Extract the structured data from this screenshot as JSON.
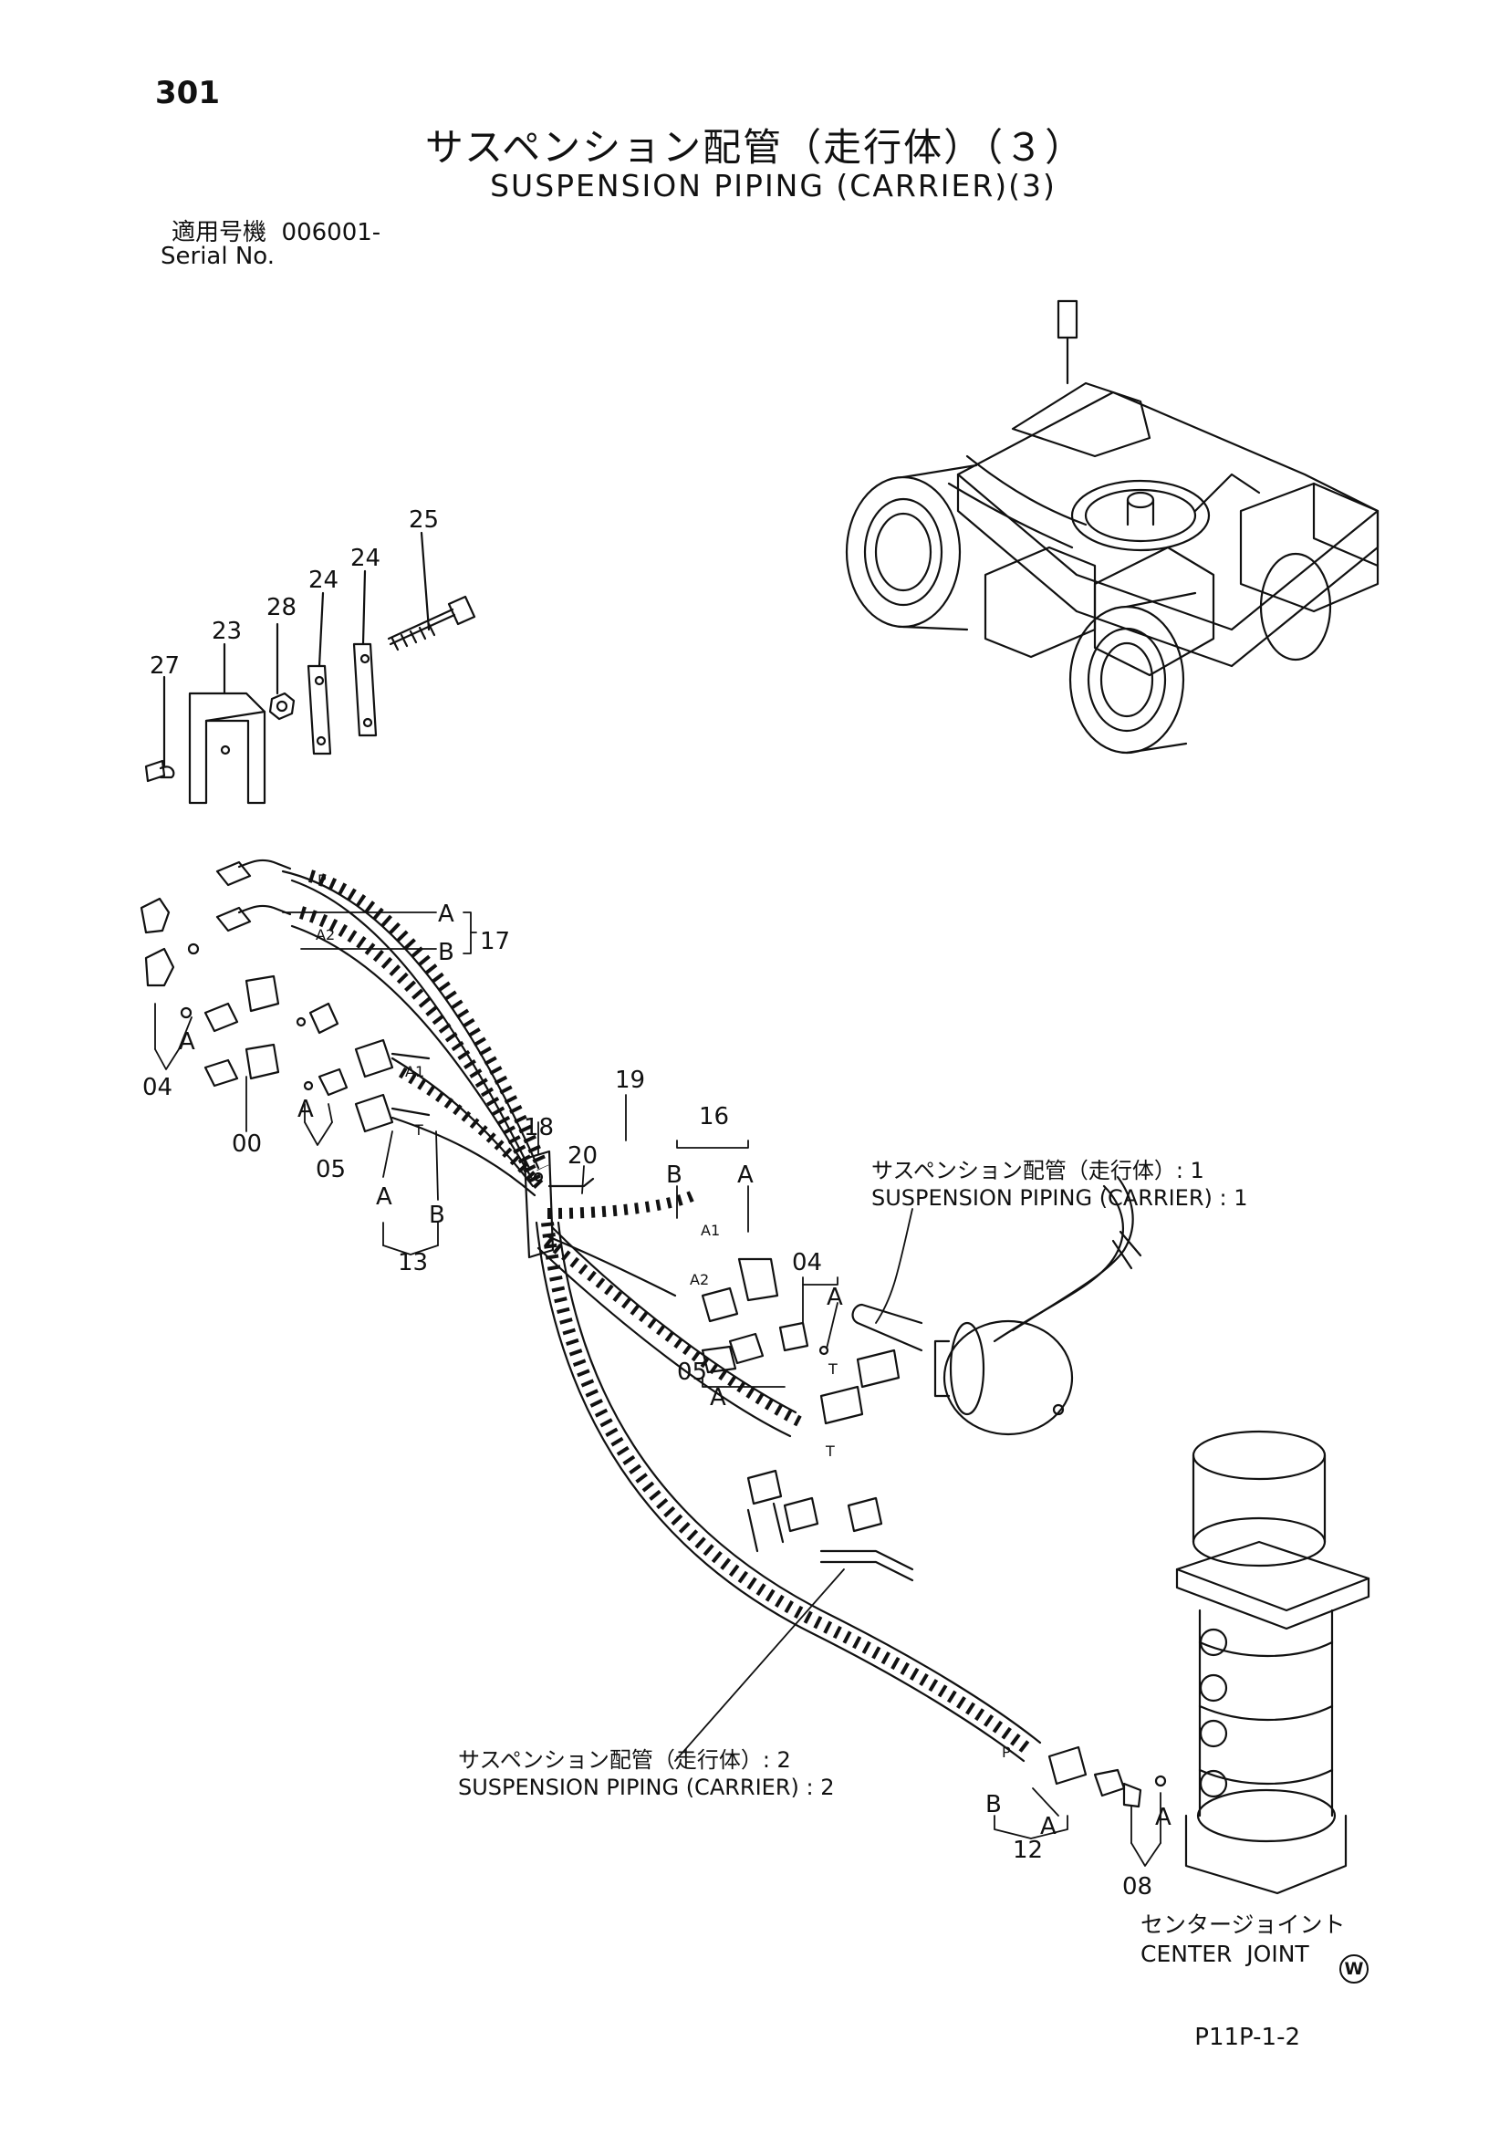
{
  "page": {
    "number": "301",
    "title_jp": "サスペンション配管（走行体）（３）",
    "title_en": "SUSPENSION PIPING (CARRIER)(3)",
    "serial_label_jp": "適用号機",
    "serial_value": "006001-",
    "serial_label_en": "Serial No.",
    "drawing_no": "P11P-1-2",
    "watermark": "W"
  },
  "references": [
    {
      "jp": "サスペンション配管（走行体）: 1",
      "en": "SUSPENSION PIPING (CARRIER) : 1"
    },
    {
      "jp": "サスペンション配管（走行体）: 2",
      "en": "SUSPENSION PIPING (CARRIER) : 2"
    }
  ],
  "center_joint": {
    "jp": "センタージョイント",
    "en": "CENTER  JOINT"
  },
  "callouts": {
    "n25": "25",
    "n24a": "24",
    "n24b": "24",
    "n28": "28",
    "n23": "23",
    "n27": "27",
    "n17": "17",
    "n04a": "04",
    "n00": "00",
    "n05a": "05",
    "n13": "13",
    "n18": "18",
    "n20": "20",
    "n19": "19",
    "n16": "16",
    "n04b": "04",
    "n05b": "05",
    "n12": "12",
    "n08": "08"
  },
  "letters": {
    "A": "A",
    "B": "B",
    "P": "P",
    "T": "T",
    "A1": "A1",
    "A2": "A2"
  }
}
